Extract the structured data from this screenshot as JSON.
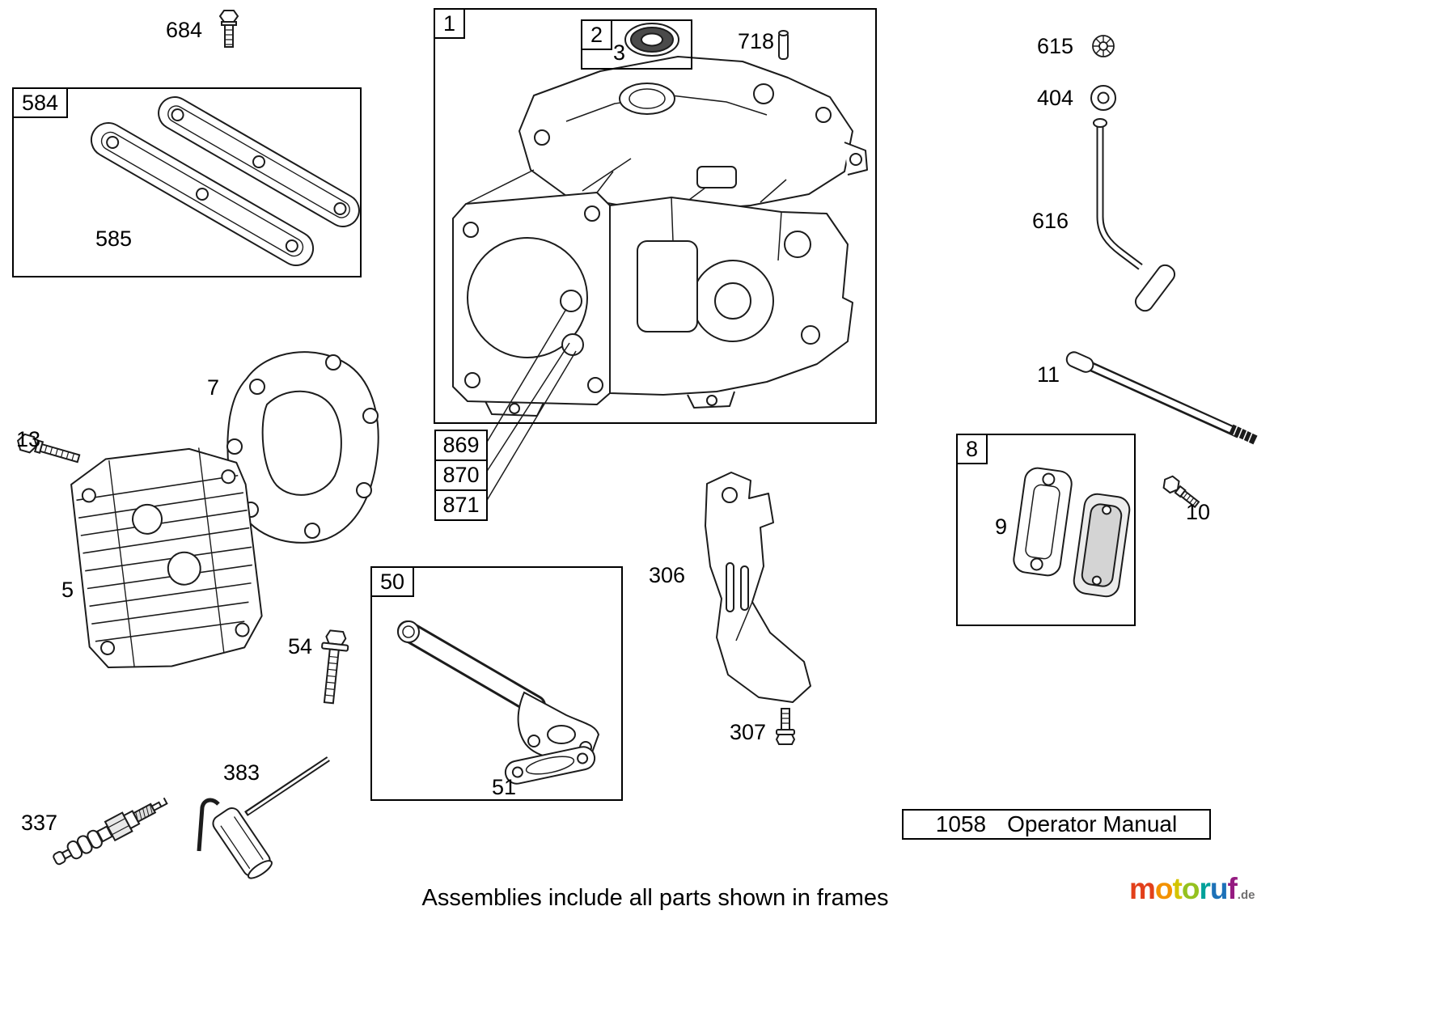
{
  "diagram": {
    "footer": "Assemblies include all parts shown in frames",
    "manual_box": {
      "number": "1058",
      "title": "Operator Manual"
    }
  },
  "frames": {
    "f584": "584",
    "f1": "1",
    "f2": "2",
    "f50": "50",
    "f8": "8"
  },
  "labels": {
    "p684": "684",
    "p585": "585",
    "p3": "3",
    "p718": "718",
    "p615": "615",
    "p404": "404",
    "p616": "616",
    "p11": "11",
    "p7": "7",
    "p13": "13",
    "p5": "5",
    "p54": "54",
    "p51": "51",
    "p869": "869",
    "p870": "870",
    "p871": "871",
    "p306": "306",
    "p307": "307",
    "p9": "9",
    "p10": "10",
    "p337": "337",
    "p383": "383"
  },
  "logo": {
    "letters": [
      {
        "ch": "m",
        "color": "#e2401b"
      },
      {
        "ch": "o",
        "color": "#f39200"
      },
      {
        "ch": "t",
        "color": "#d4c400"
      },
      {
        "ch": "o",
        "color": "#95c11f"
      },
      {
        "ch": "r",
        "color": "#00a19a"
      },
      {
        "ch": "u",
        "color": "#1d71b8"
      },
      {
        "ch": "f",
        "color": "#951b81"
      }
    ],
    "suffix": ".de",
    "suffix_color": "#706f6f"
  }
}
